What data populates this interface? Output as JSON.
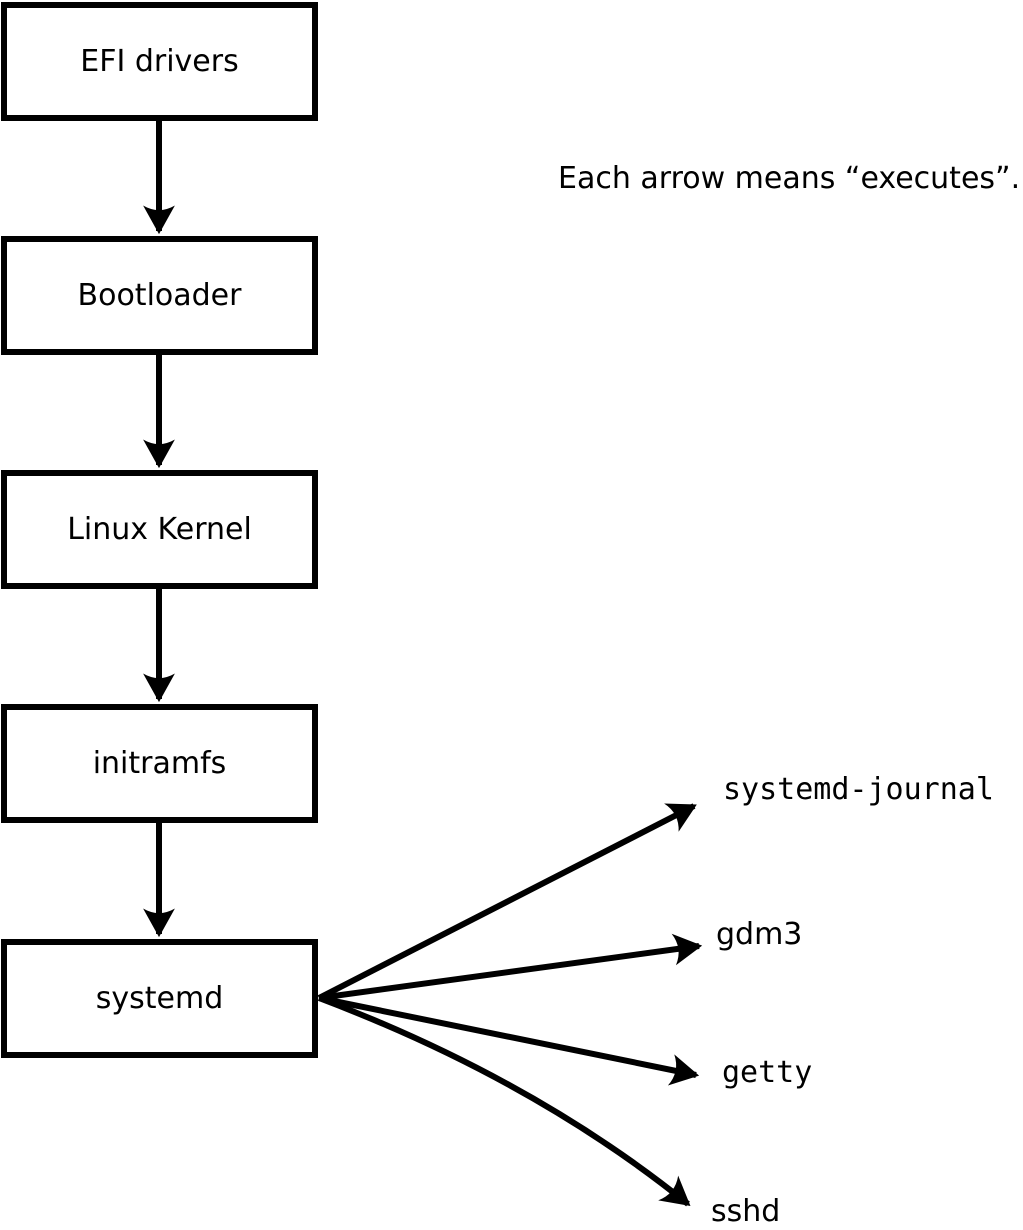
{
  "colors": {
    "ink": "#000000",
    "paper": "#ffffff"
  },
  "note": {
    "text": "Each arrow means “executes”."
  },
  "flow": {
    "nodes": [
      {
        "label": "EFI drivers"
      },
      {
        "label": "Bootloader"
      },
      {
        "label": "Linux Kernel"
      },
      {
        "label": "initramfs"
      },
      {
        "label": "systemd"
      }
    ]
  },
  "fanout": {
    "targets": [
      {
        "label": "systemd-journal"
      },
      {
        "label": "gdm3"
      },
      {
        "label": "getty"
      },
      {
        "label": "sshd"
      }
    ]
  }
}
